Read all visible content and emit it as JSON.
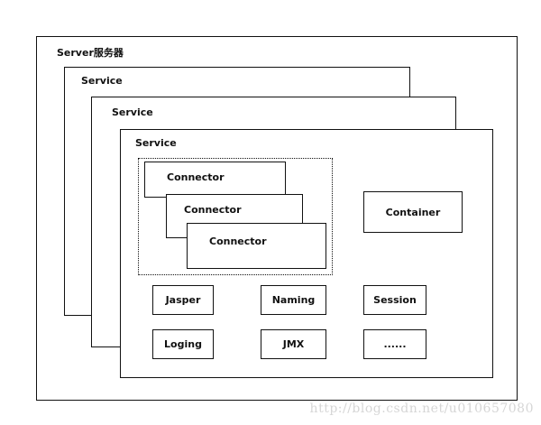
{
  "server": {
    "label": "Server服务器"
  },
  "services": [
    {
      "label": "Service"
    },
    {
      "label": "Service"
    },
    {
      "label": "Service"
    }
  ],
  "connectors": [
    {
      "label": "Connector"
    },
    {
      "label": "Connector"
    },
    {
      "label": "Connector"
    }
  ],
  "container": {
    "label": "Container"
  },
  "components": [
    {
      "label": "Jasper"
    },
    {
      "label": "Naming"
    },
    {
      "label": "Session"
    },
    {
      "label": "Loging"
    },
    {
      "label": "JMX"
    },
    {
      "label": "......"
    }
  ],
  "watermark": {
    "text": "http://blog.csdn.net/u010657080"
  }
}
